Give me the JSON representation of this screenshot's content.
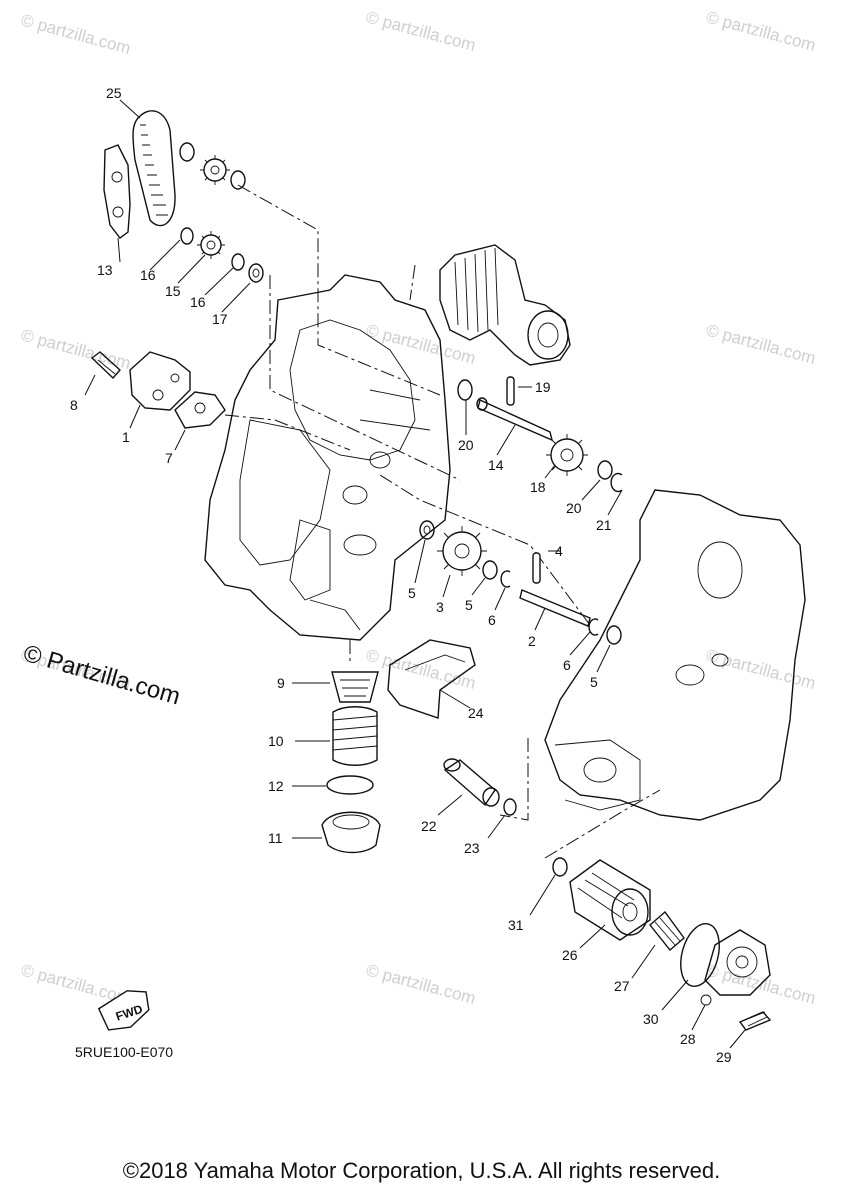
{
  "watermarks": [
    "© partzilla.com",
    "© partzilla.com",
    "© partzilla.com",
    "© partzilla.com",
    "© partzilla.com",
    "© partzilla.com",
    "© partzilla.com",
    "© partzilla.com",
    "© partzilla.com",
    "© partzilla.com",
    "© partzilla.com",
    "© partzilla.com"
  ],
  "side_watermark": "© Partzilla.com",
  "diagram_code": "5RUE100-E070",
  "fwd_label": "FWD",
  "copyright": "©2018 Yamaha Motor Corporation, U.S.A. All rights reserved.",
  "callouts": {
    "c25": "25",
    "c13": "13",
    "c16a": "16",
    "c15": "15",
    "c16b": "16",
    "c17": "17",
    "c8": "8",
    "c1": "1",
    "c7": "7",
    "c19": "19",
    "c20a": "20",
    "c14": "14",
    "c18": "18",
    "c20b": "20",
    "c21": "21",
    "c4": "4",
    "c5a": "5",
    "c3": "3",
    "c5b": "5",
    "c6a": "6",
    "c2": "2",
    "c6b": "6",
    "c5c": "5",
    "c9": "9",
    "c24": "24",
    "c10": "10",
    "c12": "12",
    "c11": "11",
    "c22": "22",
    "c23": "23",
    "c31": "31",
    "c26": "26",
    "c27": "27",
    "c30": "30",
    "c28": "28",
    "c29": "29"
  }
}
